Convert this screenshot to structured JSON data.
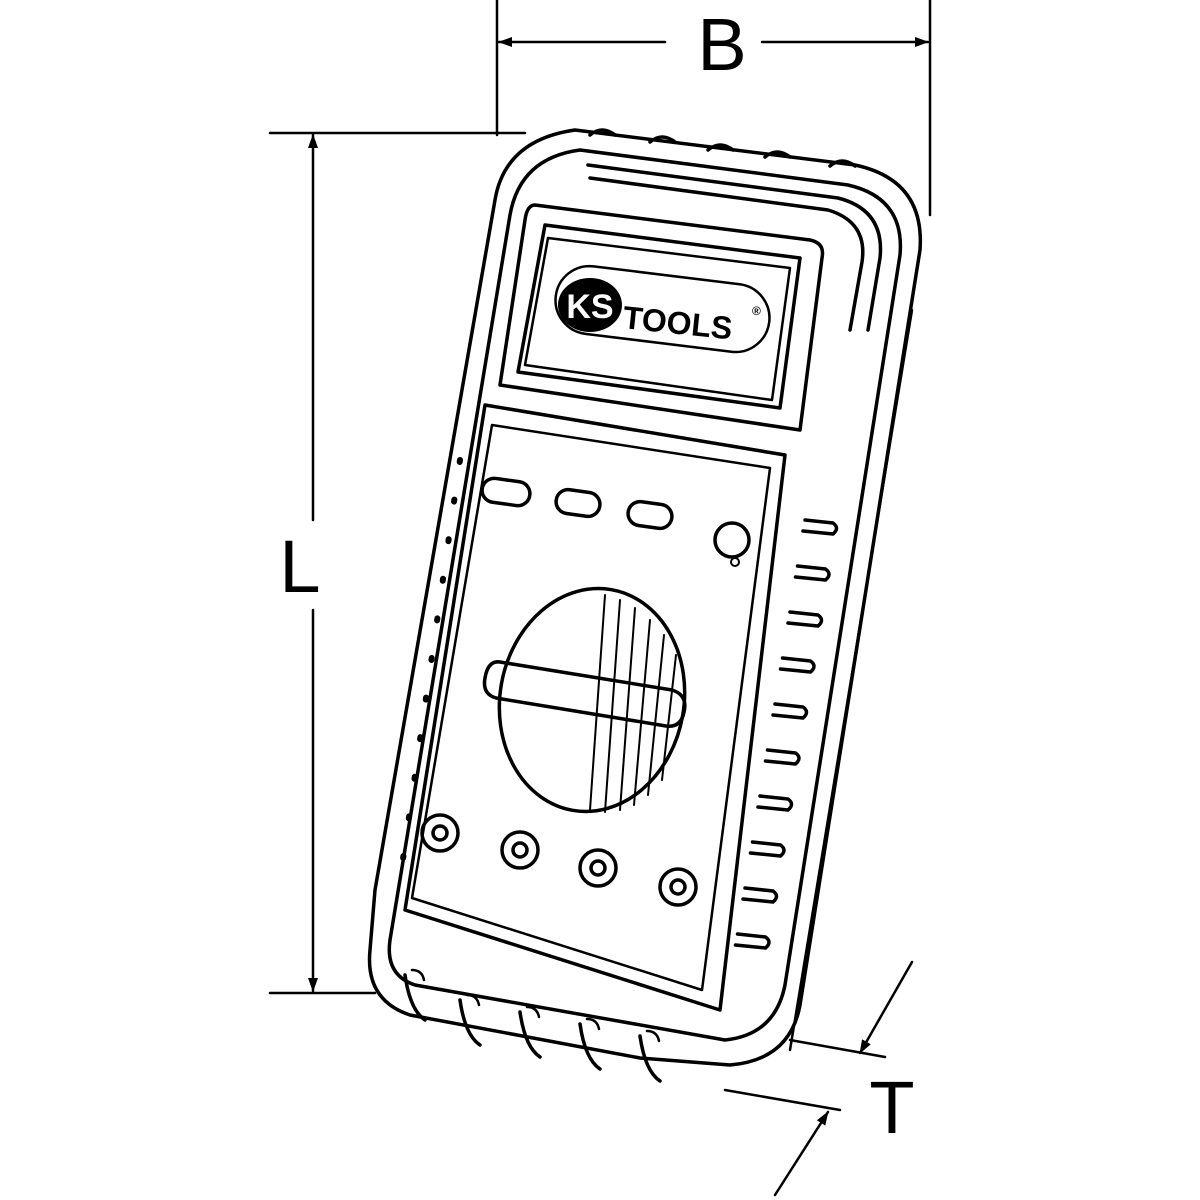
{
  "dimensions": {
    "width_label": "B",
    "length_label": "L",
    "thickness_label": "T"
  },
  "logo": {
    "brand_left": "KS",
    "brand_right": "TOOLS",
    "registered_mark": "®"
  },
  "colors": {
    "line": "#000000",
    "background": "#ffffff"
  }
}
